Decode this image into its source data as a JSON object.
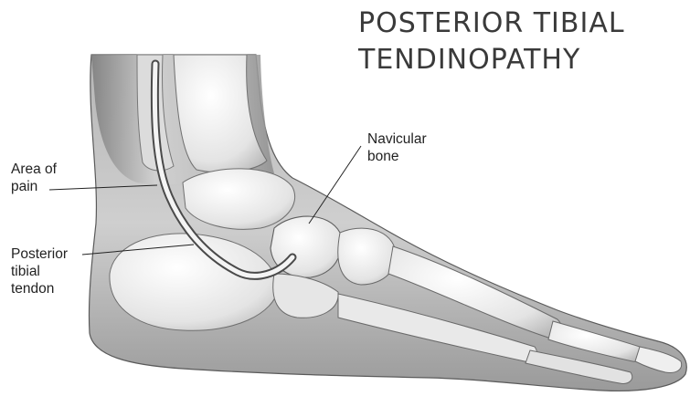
{
  "title": {
    "line1": "POSTERIOR TIBIAL",
    "line2": "TENDINOPATHY"
  },
  "labels": {
    "area_of_pain": [
      "Area of",
      "pain"
    ],
    "navicular_bone": [
      "Navicular",
      "bone"
    ],
    "posterior_tibial_tendon": [
      "Posterior",
      "tibial",
      "tendon"
    ]
  },
  "colors": {
    "skin": "#c9c9c9",
    "skin_dark": "#8a8a8a",
    "bone": "#ececec",
    "bone_edge": "#6f6f6f",
    "tendon": "#f2f2f2",
    "text": "#222222"
  }
}
